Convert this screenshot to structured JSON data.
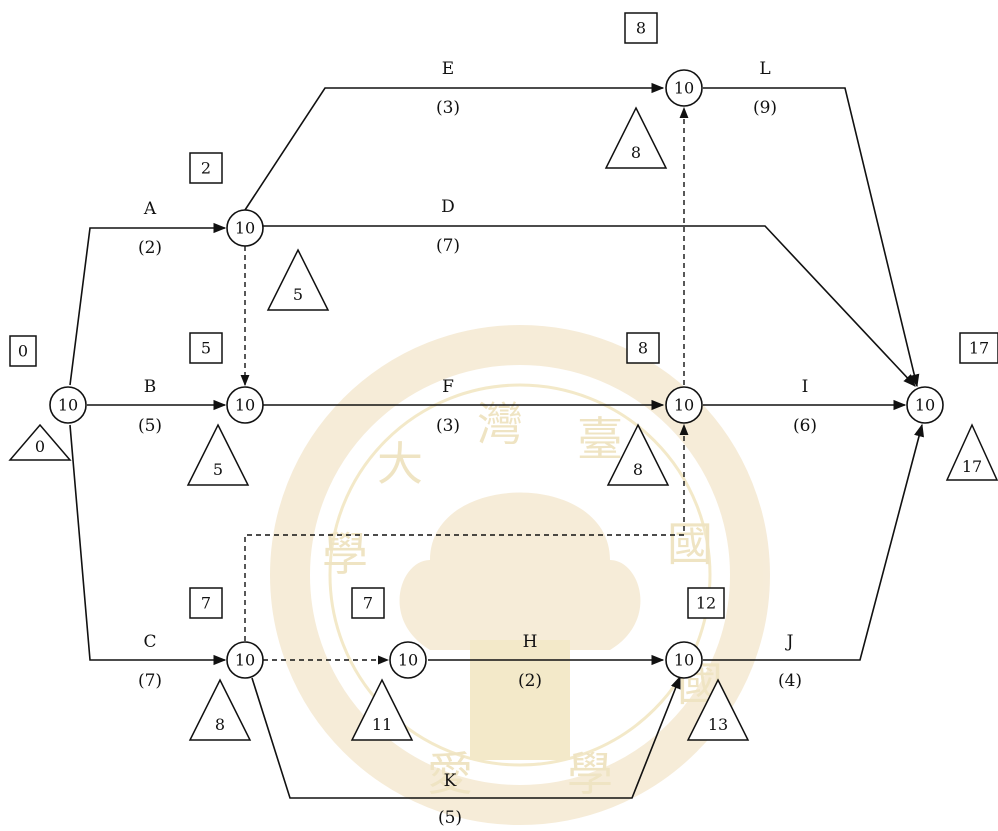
{
  "watermark": {
    "colors": [
      "#f3e6cc",
      "#f0e2b8",
      "#eadbb0"
    ],
    "characters": [
      "大",
      "灣",
      "臺",
      "國",
      "學",
      "愛",
      "學",
      "國"
    ]
  },
  "nodes": [
    {
      "id": "n0",
      "duration_label": "10",
      "es": "0",
      "lf": "0"
    },
    {
      "id": "n1",
      "duration_label": "10",
      "es": "2",
      "lf": "5"
    },
    {
      "id": "n2",
      "duration_label": "10",
      "es": "5",
      "lf": "5"
    },
    {
      "id": "n3",
      "duration_label": "10",
      "es": "7",
      "lf": "8"
    },
    {
      "id": "n4",
      "duration_label": "10",
      "es": "7",
      "lf": "11"
    },
    {
      "id": "n5",
      "duration_label": "10",
      "es": "8",
      "lf": "8"
    },
    {
      "id": "n6",
      "duration_label": "10",
      "es": "8",
      "lf": "8"
    },
    {
      "id": "n7",
      "duration_label": "10",
      "es": "12",
      "lf": "13"
    },
    {
      "id": "n8",
      "duration_label": "10",
      "es": "17",
      "lf": "17"
    }
  ],
  "activities": [
    {
      "name": "A",
      "duration": "(2)"
    },
    {
      "name": "B",
      "duration": "(5)"
    },
    {
      "name": "C",
      "duration": "(7)"
    },
    {
      "name": "D",
      "duration": "(7)"
    },
    {
      "name": "E",
      "duration": "(3)"
    },
    {
      "name": "F",
      "duration": "(3)"
    },
    {
      "name": "H",
      "duration": "(2)"
    },
    {
      "name": "I",
      "duration": "(6)"
    },
    {
      "name": "J",
      "duration": "(4)"
    },
    {
      "name": "K",
      "duration": "(5)"
    },
    {
      "name": "L",
      "duration": "(9)"
    }
  ]
}
